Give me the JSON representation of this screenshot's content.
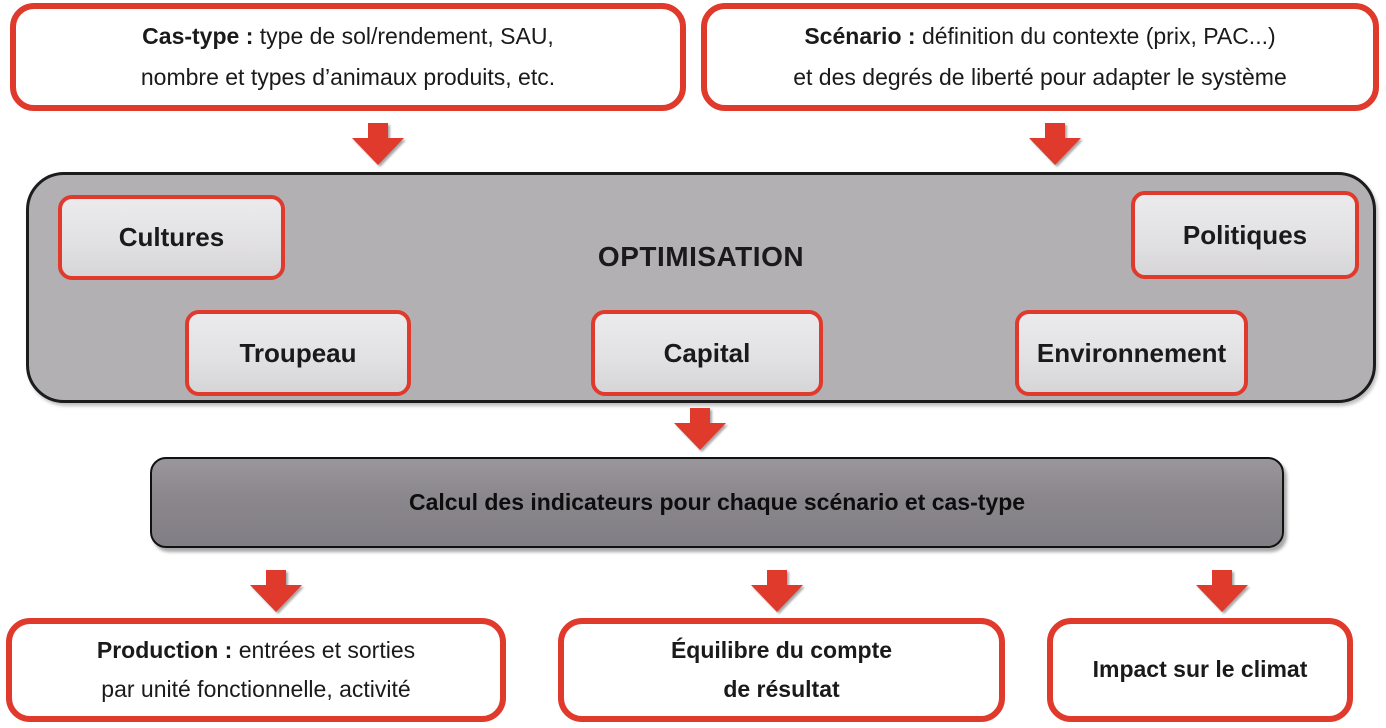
{
  "diagram": {
    "top_boxes": [
      {
        "lead": "Cas-type :",
        "rest": " type de sol/rendement, SAU,",
        "line2": "nombre et types d’animaux produits, etc."
      },
      {
        "lead": "Scénario :",
        "rest": " définition du contexte (prix, PAC...)",
        "line2": "et des degrés de liberté pour adapter le système"
      }
    ],
    "optimisation_panel": {
      "title": "OPTIMISATION",
      "boxes": [
        "Cultures",
        "Politiques",
        "Troupeau",
        "Capital",
        "Environnement"
      ]
    },
    "calc_bar": {
      "label": "Calcul des indicateurs pour chaque scénario et cas-type"
    },
    "bottom_boxes": [
      {
        "lead": "Production :",
        "rest": " entrées et sorties",
        "line2": "par unité fonctionnelle, activité"
      },
      {
        "line1": "Équilibre du compte",
        "line2": "de résultat"
      },
      {
        "line1": "Impact sur le climat"
      }
    ],
    "colors": {
      "accent_red": "#e03a2c",
      "panel_gray": "#b2b0b3",
      "item_gray": "#e2e1e3",
      "bar_gray": "#8a878c"
    }
  }
}
